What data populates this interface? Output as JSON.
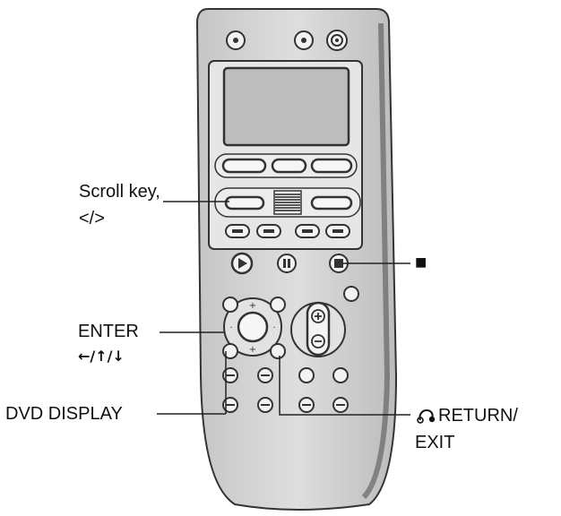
{
  "callouts": {
    "scroll_key": {
      "line1": "Scroll key,",
      "line2": "</>"
    },
    "stop": {
      "glyph": "■",
      "icon": "stop-square-icon"
    },
    "enter": {
      "line1": "ENTER",
      "line2": "←/↑/↓"
    },
    "dvd_display": {
      "label": "DVD DISPLAY"
    },
    "return_exit": {
      "line1": "RETURN/",
      "line2": "EXIT",
      "icon": "return-arrow-icon"
    }
  },
  "colors": {
    "body_fill": "#d4d4d4",
    "outline": "#333333",
    "screen": "#bdbdbd",
    "button_fill": "#f2f2f2",
    "leader_line": "#222222"
  }
}
